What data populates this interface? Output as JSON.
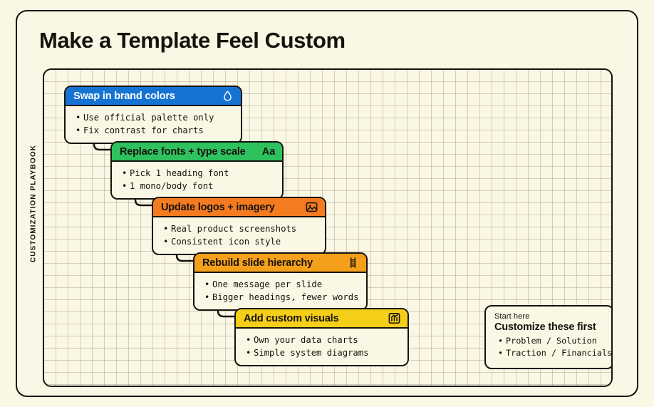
{
  "page": {
    "title": "Make a Template Feel Custom",
    "side_label": "CUSTOMIZATION PLAYBOOK",
    "background_color": "#FAF7E4",
    "ink_color": "#16130E"
  },
  "cards": [
    {
      "title": "Swap in brand colors",
      "icon": "droplet-icon",
      "accent": "#1573D4",
      "title_color": "#FFFFFF",
      "icon_color": "#FFFFFF",
      "bullets": [
        "Use official palette only",
        "Fix contrast for charts"
      ]
    },
    {
      "title": "Replace fonts + type scale",
      "icon": "typography-aa-icon",
      "accent": "#2EC25E",
      "title_color": "#16130E",
      "icon_color": "#16130E",
      "bullets": [
        "Pick 1 heading font",
        "1 mono/body font"
      ]
    },
    {
      "title": "Update logos + imagery",
      "icon": "image-icon",
      "accent": "#F47B20",
      "title_color": "#16130E",
      "icon_color": "#16130E",
      "bullets": [
        "Real product screenshots",
        "Consistent icon style"
      ]
    },
    {
      "title": "Rebuild slide hierarchy",
      "icon": "ladder-icon",
      "accent": "#F5A01B",
      "title_color": "#16130E",
      "icon_color": "#16130E",
      "bullets": [
        "One message per slide",
        "Bigger headings, fewer words"
      ]
    },
    {
      "title": "Add custom visuals",
      "icon": "bar-chart-icon",
      "accent": "#F5CE18",
      "title_color": "#16130E",
      "icon_color": "#16130E",
      "bullets": [
        "Own your data charts",
        "Simple system diagrams"
      ]
    }
  ],
  "side_panel": {
    "eyebrow": "Start here",
    "heading": "Customize these first",
    "bullets": [
      "Problem / Solution",
      "Traction / Financials"
    ]
  }
}
